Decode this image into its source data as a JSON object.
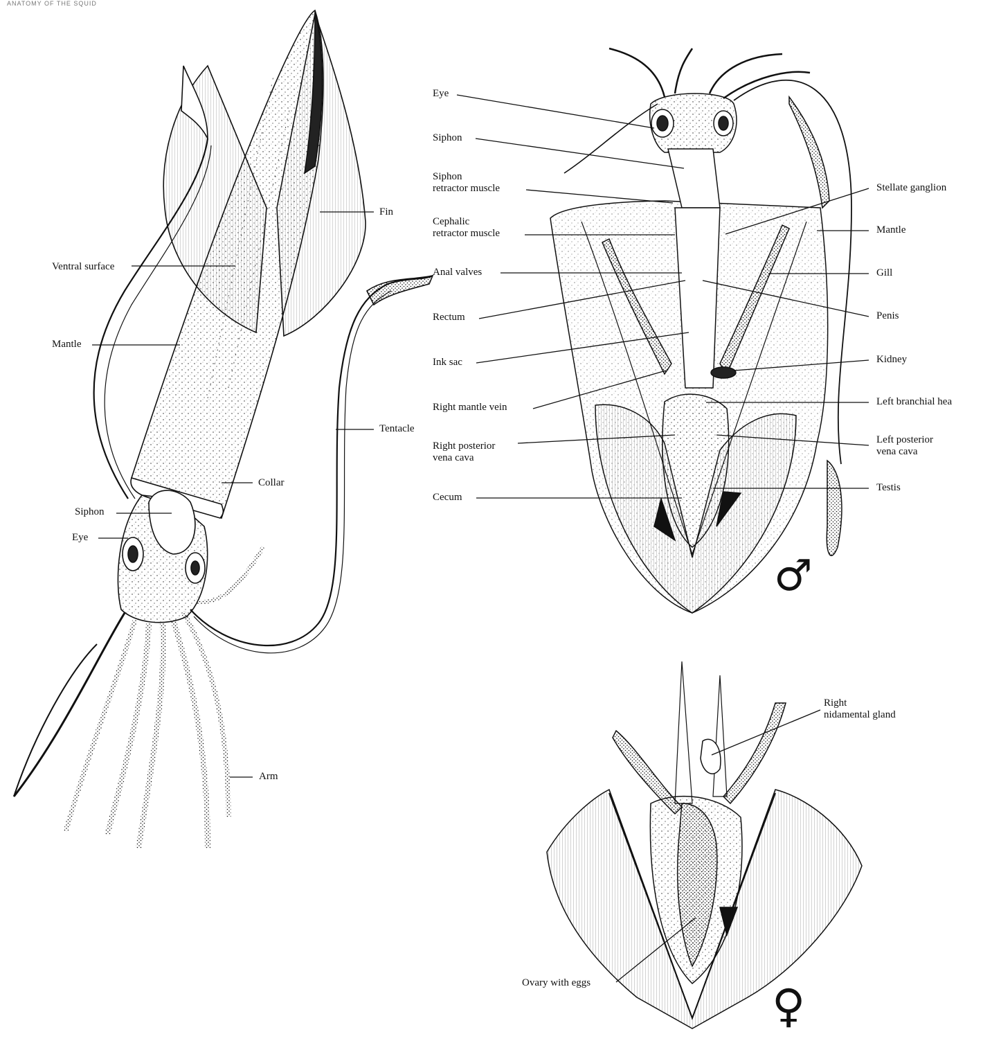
{
  "header": {
    "caption": "ANATOMY OF THE SQUID"
  },
  "labels": {
    "fin": "Fin",
    "ventral_surface": "Ventral surface",
    "mantle_left": "Mantle",
    "tentacle": "Tentacle",
    "collar": "Collar",
    "siphon_left": "Siphon",
    "eye_left": "Eye",
    "arm": "Arm",
    "eye": "Eye",
    "siphon": "Siphon",
    "siphon_retractor_1": "Siphon",
    "siphon_retractor_2": "retractor muscle",
    "cephalic_retractor_1": "Cephalic",
    "cephalic_retractor_2": "retractor muscle",
    "anal_valves": "Anal valves",
    "rectum": "Rectum",
    "ink_sac": "Ink sac",
    "right_mantle_vein": "Right mantle vein",
    "right_posterior_1": "Right posterior",
    "right_posterior_2": "vena cava",
    "cecum": "Cecum",
    "stellate_ganglion": "Stellate ganglion",
    "mantle_right": "Mantle",
    "gill": "Gill",
    "penis": "Penis",
    "kidney": "Kidney",
    "left_branchial_heart": "Left branchial hea",
    "left_posterior_1": "Left posterior",
    "left_posterior_2": "vena cava",
    "testis": "Testis",
    "right_nidamental_1": "Right",
    "right_nidamental_2": "nidamental gland",
    "ovary_with_eggs": "Ovary with eggs"
  },
  "symbols": {
    "male": "♂",
    "female": "♀"
  },
  "colors": {
    "ink": "#111111",
    "paper": "#ffffff",
    "shade": "#555555"
  }
}
